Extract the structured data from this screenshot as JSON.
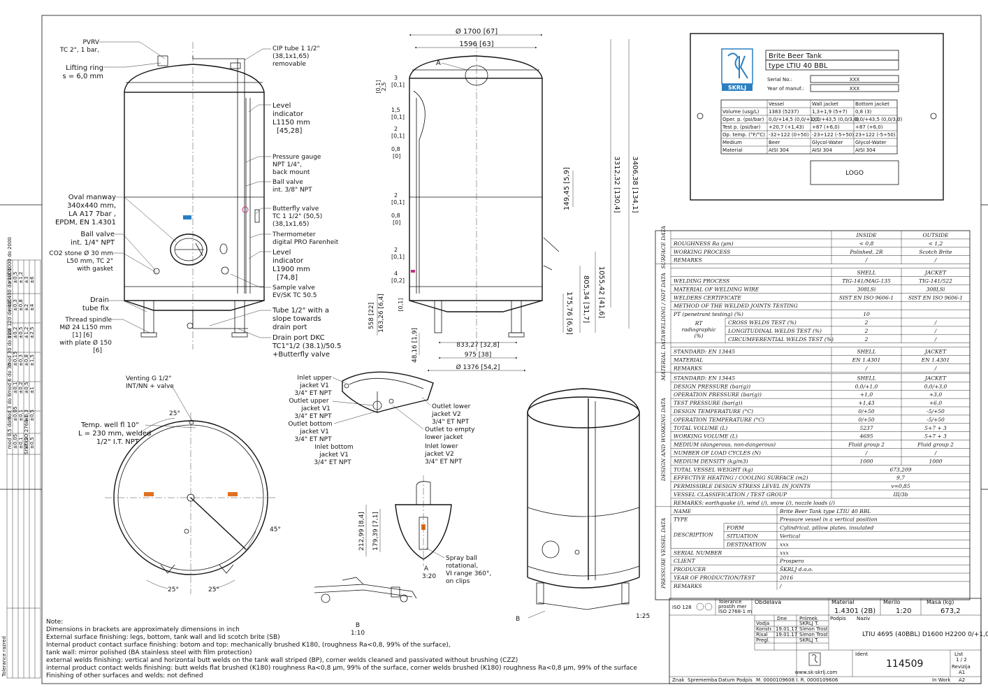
{
  "colors": {
    "line": "#111111",
    "accent_blue": "#2a7fc1",
    "accent_orange": "#e07020",
    "accent_pink": "#c03080"
  },
  "logo": {
    "brand": "SKRLJ",
    "logo_box": "LOGO"
  },
  "nameplate": {
    "title1": "Brite Beer Tank",
    "title2": "type LTIU 40 BBL",
    "serial_label": "Serial No.:",
    "serial_value": "XXX",
    "year_label": "Year of manuf.:",
    "year_value": "XXX",
    "headers": [
      "",
      "Vessel",
      "Wall jacket",
      "Bottom jacket"
    ],
    "rows": [
      [
        "Volume (usg/L)",
        "1383 (5237)",
        "1,3+1,9 (5+7)",
        "0,8 (3)"
      ],
      [
        "Oper. p. (psi/bar)",
        "0,0/+14,5 (0,0/+1,0)",
        "0,0/+43,5 (0,0/3,0)",
        "0,0/+43,5 (0,0/3,0)"
      ],
      [
        "Test p. (psi/bar)",
        "+20,7 (+1,43)",
        "+87 (+6,0)",
        "+87 (+6,0)"
      ],
      [
        "Op. temp. (°F/°C)",
        "-32÷122 (0÷50)",
        "-23÷122 (-5÷50)",
        "23÷122 (-5÷50)"
      ],
      [
        "Medium",
        "Beer",
        "Glycol-Water",
        "Glycol-Water"
      ],
      [
        "Material",
        "AISI 304",
        "AISI 304",
        "AISI 304"
      ]
    ]
  },
  "labels_left": {
    "pvrv": [
      "PVRV",
      "TC 2\", 1 bar,"
    ],
    "lifting": [
      "Lifting ring",
      "s = 6,0 mm"
    ],
    "manway": [
      "Oval manway",
      "340x440 mm,",
      "LA A17 7bar ,",
      "EPDM, EN 1.4301"
    ],
    "ballvalve": [
      "Ball valve",
      "int. 1/4\" NPT"
    ],
    "co2": [
      "CO2 stone Ø 30 mm",
      "L50 mm, TC 2\"",
      "with gasket"
    ],
    "drain_fix": [
      "Drain",
      "tube fix"
    ],
    "spindle": [
      "Thread spindle",
      "MØ 24 L150 mm",
      "[1]       [6]",
      "with plate Ø 150",
      "[6]"
    ]
  },
  "labels_right": {
    "cip": [
      "CIP tube 1 1/2\"",
      "(38,1x1,65)",
      "removable"
    ],
    "level1": [
      "Level",
      "indicator",
      "L1150     mm",
      "[45,28]"
    ],
    "gauge": [
      "Pressure gauge",
      "NPT 1/4\",",
      "back mount"
    ],
    "ball38": [
      "Ball valve",
      "int. 3/8\" NPT"
    ],
    "butterfly": [
      "Butterfly valve",
      "TC 1 1/2\" (50,5)",
      "(38,1x1,65)"
    ],
    "thermo": [
      "Thermometer",
      "digital PRO Farenheit"
    ],
    "level2": [
      "Level",
      "indicator",
      "L1900   mm",
      "[74,8]"
    ],
    "sample": [
      "Sample valve",
      "EV/SK TC 50.5"
    ],
    "tube": [
      "Tube 1/2\" with a",
      "slope towards",
      "drain port"
    ],
    "drainport": [
      "Drain port DKC",
      "TC1\"1/2 (38.1)/50.5",
      "+Butterfly valve"
    ]
  },
  "side_dims": {
    "d1700": "Ø 1700  [67]",
    "d1596": "1596  [63]",
    "a": "A",
    "h3406": "3406,38  [134,1]",
    "h3312": "3312,32  [130,4]",
    "h149": "149,45  [5,9]",
    "h1055": "1055,42  [41,6]",
    "h805": "805,34  [31,7]",
    "h175": "175,76  [6,9]",
    "h558": "558  [22]",
    "h163": "163,26  [6,4]",
    "h48": "48,16  [1,9]",
    "w833": "833,27  [32,8]",
    "w975": "975  [38]",
    "d1376": "Ø 1376  [54,2]",
    "thick": [
      "3",
      "[0,1]",
      "1,5",
      "[0,1]",
      "2",
      "[0,1]",
      "0,8",
      "[0]",
      "2",
      "[0,1]",
      "0,8",
      "[0]",
      "2",
      "[0,1]",
      "4",
      "[0,2]"
    ],
    "small": [
      "[0,1]",
      "2,5",
      "[0,1]"
    ]
  },
  "top_view": {
    "venting": [
      "Venting G 1/2\"",
      "INT/NN + valve"
    ],
    "temp": [
      "Temp. well fl 10\"",
      "L = 230 mm, welded",
      "1/2\" I.T. NPT"
    ],
    "angles": [
      "25°",
      "45°",
      "25°",
      "25°"
    ]
  },
  "jacket_labels": {
    "left": [
      "Inlet upper",
      "jacket V1",
      "3/4\" ET NPT",
      "Outlet upper",
      "jacket V1",
      "3/4\" ET NPT",
      "Outlet bottom",
      "jacket V1",
      "3/4\" ET NPT",
      "Inlet bottom",
      "jacket V1",
      "3/4\" ET NPT"
    ],
    "right": [
      "Outlet lower",
      "jacket V2",
      "3/4\" ET NPT",
      "Outlet to empty",
      "lower jacket",
      "Inlet lower",
      "jacket V2",
      "3/4\" ET NPT"
    ]
  },
  "detail_a": {
    "dims": [
      "212,99  [8,4]",
      "179,39  [7,1]"
    ],
    "scale": [
      "A",
      "3:20"
    ],
    "spray": [
      "Spray ball",
      "rotational,",
      "VI range 360°,",
      "on clips"
    ]
  },
  "detail_b": {
    "label": "B",
    "scale": "1:10"
  },
  "iso": {
    "b": "B",
    "scale": "1:25"
  },
  "notes": [
    "Note:",
    "Dimensions in brackets are approximately dimensions in inch",
    "External surface finishing: legs, bottom, tank wall and lid scotch brite (SB)",
    "Internal product contact surface finishing: botom and top: mechanically brushed K180, (roughness Ra<0,8, 99% of the surface),",
    " tank wall: mirror polished (BA stainless steel with film protection)",
    "external welds finishing: vertical and horizontal butt welds on the tank wall striped (BP), corner welds cleaned and passivated without brushing (CZZ)",
    "internal product contact welds finishing: butt welds flat brushed (K180) roughness Ra<0,8 μm, 99% of the surface, corner welds brushed (K180) roughness Ra<0,8 μm, 99% of the surface",
    "Finishing of other surfaces and welds: not defined"
  ],
  "spec": {
    "surface": {
      "section": "SURFACE DATA",
      "head": [
        "",
        "INSIDE",
        "OUTSIDE"
      ],
      "rows": [
        [
          "ROUGHNESS Ra (μm)",
          "< 0,8",
          "< 1,2"
        ],
        [
          "WORKING PROCESS",
          "Polished, 2R",
          "Scotch Brite"
        ],
        [
          "REMARKS",
          "/",
          "/"
        ]
      ]
    },
    "welding": {
      "section": "WELDING / NDT DATA",
      "head": [
        "",
        "SHELL",
        "JACKET"
      ],
      "rows": [
        [
          "WELDING PROCESS",
          "TIG-141/MAG-135",
          "TIG-141/522"
        ],
        [
          "MATERIAL OF WELDING WIRE",
          "308LSi",
          "308LSi"
        ],
        [
          "WELDERS CERTIFICATE",
          "SIST EN ISO 9606-1",
          "SIST EN ISO 9606-1"
        ],
        [
          "METHOD OF THE WELDED JOINTS TESTING",
          "",
          ""
        ],
        [
          "PT (penetrant testing) (%)",
          "10",
          ""
        ]
      ],
      "rt_label": [
        "RT",
        "radiographic",
        "(%)"
      ],
      "rt_rows": [
        [
          "CROSS WELDS TEST (%)",
          "2",
          "/"
        ],
        [
          "LONGITUDINAL WELDS TEST (%)",
          "2",
          "/"
        ],
        [
          "CIRCUMFERENTIAL WELDS TEST (%)",
          "2",
          "/"
        ]
      ]
    },
    "material": {
      "section": "MATERIAL DATA",
      "rows": [
        [
          "STANDARD: EN 13445",
          "SHELL",
          "JACKET"
        ],
        [
          "MATERIAL",
          "EN 1.4301",
          "EN 1.4301"
        ],
        [
          "REMARKS",
          "/",
          "/"
        ]
      ]
    },
    "design": {
      "section": "DESIGN AND WORKING DATA",
      "rows": [
        [
          "STANDARD: EN 13445",
          "SHELL",
          "JACKET"
        ],
        [
          "DESIGN PRESSURE (bar(g))",
          "0,0/+1,0",
          "0,0/+3,0"
        ],
        [
          "OPERATION PRESSURE (bar(g))",
          "+1,0",
          "+3,0"
        ],
        [
          "TEST PRESSURE (bar(g))",
          "+1,43",
          "+6,0"
        ],
        [
          "DESIGN TEMPERATURE (°C)",
          "0/+50",
          "-5/+50"
        ],
        [
          "OPERATION TEMPERATURE (°C)",
          "0/+50",
          "-5/+50"
        ],
        [
          "TOTAL VOLUME (L)",
          "5237",
          "5+7 + 3"
        ],
        [
          "WORKING VOLUME (L)",
          "4695",
          "5+7 + 3"
        ],
        [
          "MEDIUM (dangerous, non-dangerous)",
          "Fluid group 2",
          "Fluid group 2"
        ],
        [
          "NUMBER OF LOAD CYCLES (N)",
          "/",
          "/"
        ],
        [
          "MEDIUM DENSITY (kg/m3)",
          "1000",
          "1000"
        ]
      ],
      "span_rows": [
        [
          "TOTAL VESSEL WEIGHT (kg)",
          "673,209"
        ],
        [
          "EFFECTIVE HEATING / COOLING SURFACE (m2)",
          "9,7"
        ],
        [
          "PERMISSIBLE DESIGN STRESS LEVEL IN JOINTS",
          "v=0,85"
        ],
        [
          "VESSEL CLASSIFICATION / TEST GROUP",
          "III/3b"
        ]
      ],
      "remarks": "REMARKS: earthquake (/), wind (/), snow (/), nozzle loads (/)"
    },
    "pressure": {
      "section": "PRESSURE VESSEL DATA",
      "rows": [
        [
          "NAME",
          "Brite Beer Tank  type LTIU 40 BBL"
        ],
        [
          "TYPE",
          "Pressure vessel in a vertical position"
        ]
      ],
      "description_label": "DESCRIPTION",
      "desc_rows": [
        [
          "FORM",
          "Cylindrical, pillow plates, insulated"
        ],
        [
          "SITUATION",
          "Vertical"
        ],
        [
          "DESTINATION",
          "xxx"
        ]
      ],
      "rows2": [
        [
          "SERIAL NUMBER",
          "xxx"
        ],
        [
          "CLIENT",
          "Prospero"
        ],
        [
          "PRODUCER",
          "ŠKRLJ d.o.o."
        ],
        [
          "YEAR OF PRODUCTION/TEST",
          "2016"
        ],
        [
          "REMARKS",
          "/"
        ]
      ]
    }
  },
  "title_block": {
    "iso": "ISO 128",
    "tolerance": [
      "Tolerance",
      "prostih mer",
      "ISO 2768-1 m"
    ],
    "obdelava": "Obdelava",
    "material_label": "Material",
    "material_value": "1.4301 (2B)",
    "merilo_label": "Merilo",
    "merilo_value": "1:20",
    "masa_label": "Masa (kg)",
    "masa_value": "673,2",
    "cols": [
      "Dne",
      "Priimek",
      "Podpis"
    ],
    "naziv_label": "Naziv",
    "rows": [
      [
        "Vodja",
        "",
        "SKRLJ T."
      ],
      [
        "Konstr.",
        "19.01.17",
        "Simon Trost"
      ],
      [
        "Risal",
        "19.01.17",
        "Simon Trost"
      ],
      [
        "Pregl.",
        "",
        "SKRLJ T."
      ]
    ],
    "naziv": "LTIU 4695 (40BBL) D1600 H2200 0/+1,0",
    "ident_label": "Ident",
    "ident": "114509",
    "list_label": "List",
    "list_value": "1 / 2",
    "rev_label": "Revizija",
    "rev_value": "A1",
    "website": "www.sk-skrlj.com",
    "footer": [
      "Znak",
      "Sprememba",
      "Datum",
      "Podpis",
      "M. 0000109608  I. R. 0000109606",
      "In Work",
      "A2"
    ]
  },
  "tolerance_table": {
    "title": "Tolerance razred",
    "rows": [
      [
        "mod 0.5 do 3",
        "±0,05",
        "±0,1",
        "±0,2",
        "±0,5"
      ],
      [
        "mod 3 do 6",
        "±0,05",
        "±0,1",
        "±0,3",
        "±0,5"
      ],
      [
        "mod 6 do 30",
        "±0,1",
        "±0,2",
        "±0,5",
        "±1"
      ],
      [
        "mod 30 do 120",
        "±0,15",
        "±0,3",
        "±0,8",
        "±1,5"
      ],
      [
        "mod 120 do 400",
        "±0,2",
        "±0,5",
        "±1,2",
        "±2,5"
      ],
      [
        "mod 400 do 1000",
        "±0,3",
        "±0,8",
        "±2",
        "±4"
      ],
      [
        "mod 1000 do 2000",
        "±0,5",
        "±1,2",
        "±3",
        "±6"
      ]
    ],
    "side": [
      "SIST ISO 2768-1",
      "ISO 2768-1"
    ]
  }
}
